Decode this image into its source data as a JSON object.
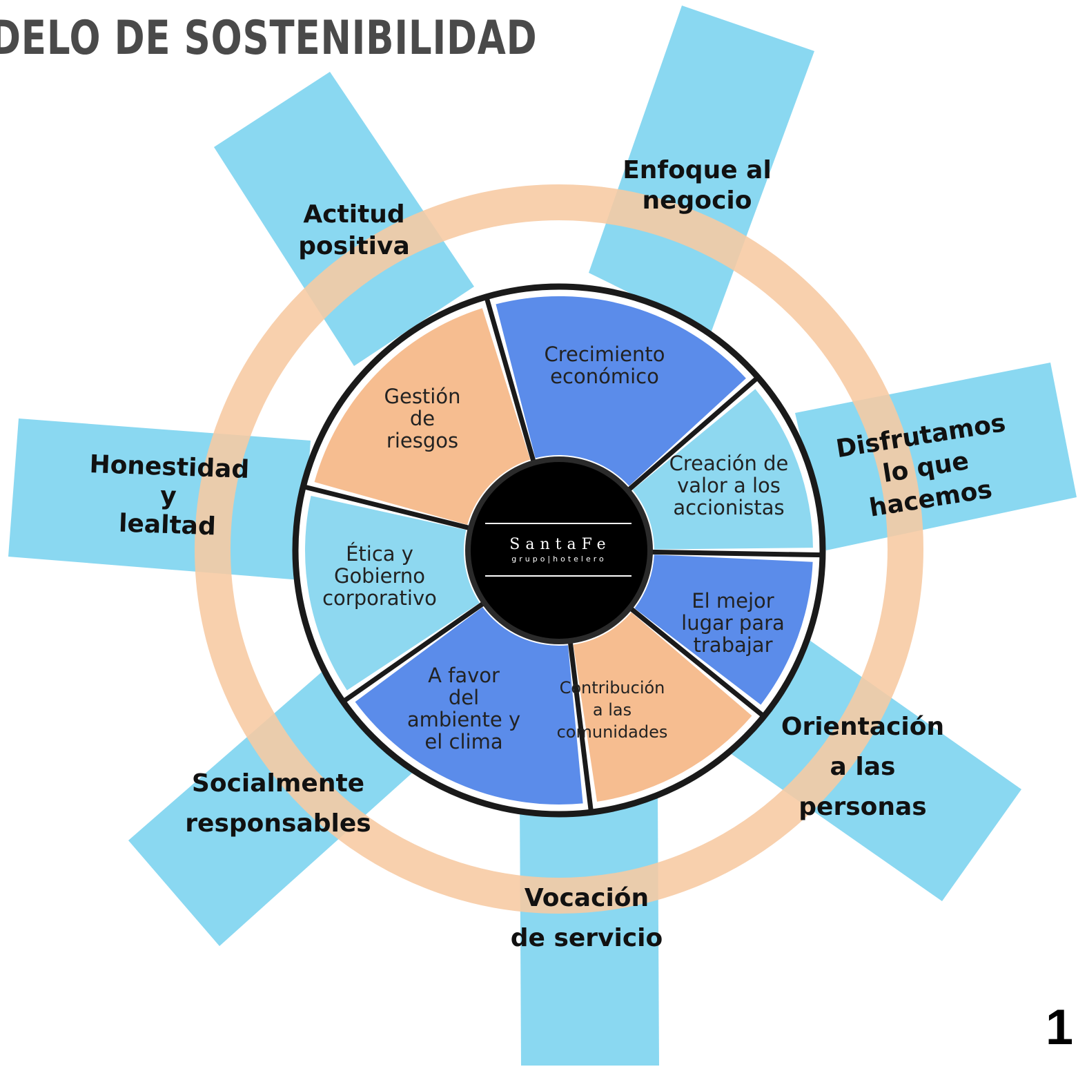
{
  "title": "DELO DE SOSTENIBILIDAD",
  "page_number": "1",
  "colors": {
    "band": "#8ad8f1",
    "ring": "#f7c9a2",
    "pillar_light_blue": "#8ed8f0",
    "pillar_blue": "#5b8cea",
    "pillar_peach": "#f6bd90",
    "outline": "#1a1a1a",
    "center": "#000000"
  },
  "values": [
    {
      "id": "enfoque",
      "lines": [
        "Enfoque al",
        "negocio"
      ]
    },
    {
      "id": "actitud",
      "lines": [
        "Actitud",
        "positiva"
      ]
    },
    {
      "id": "honestidad",
      "lines": [
        "Honestidad",
        "y",
        "lealtad"
      ]
    },
    {
      "id": "disfrutamos",
      "lines": [
        "Disfrutamos",
        "lo que",
        "hacemos"
      ]
    },
    {
      "id": "socialmente",
      "lines": [
        "Socialmente",
        "responsables"
      ]
    },
    {
      "id": "orientacion",
      "lines": [
        "Orientación",
        "a las",
        "personas"
      ]
    },
    {
      "id": "vocacion",
      "lines": [
        "Vocación",
        "de servicio"
      ]
    }
  ],
  "pillars": [
    {
      "id": "crecimiento",
      "color": "blue",
      "lines": [
        "Crecimiento",
        "económico"
      ]
    },
    {
      "id": "creacion",
      "color": "light-blue",
      "lines": [
        "Creación de",
        "valor a los",
        "accionistas"
      ]
    },
    {
      "id": "mejor-lugar",
      "color": "blue",
      "lines": [
        "El mejor",
        "lugar para",
        "trabajar"
      ]
    },
    {
      "id": "contribucion",
      "color": "peach",
      "lines": [
        "Contribución",
        "a las",
        "comunidades"
      ]
    },
    {
      "id": "ambiente",
      "color": "blue",
      "lines": [
        "A favor",
        "del",
        "ambiente y",
        "el clima"
      ]
    },
    {
      "id": "etica",
      "color": "light-blue",
      "lines": [
        "Ética y",
        "Gobierno",
        "corporativo"
      ]
    },
    {
      "id": "riesgos",
      "color": "peach",
      "lines": [
        "Gestión",
        "de",
        "riesgos"
      ]
    }
  ],
  "logo": {
    "name": "SantaFe",
    "subtitle": "grupo|hotelero"
  }
}
